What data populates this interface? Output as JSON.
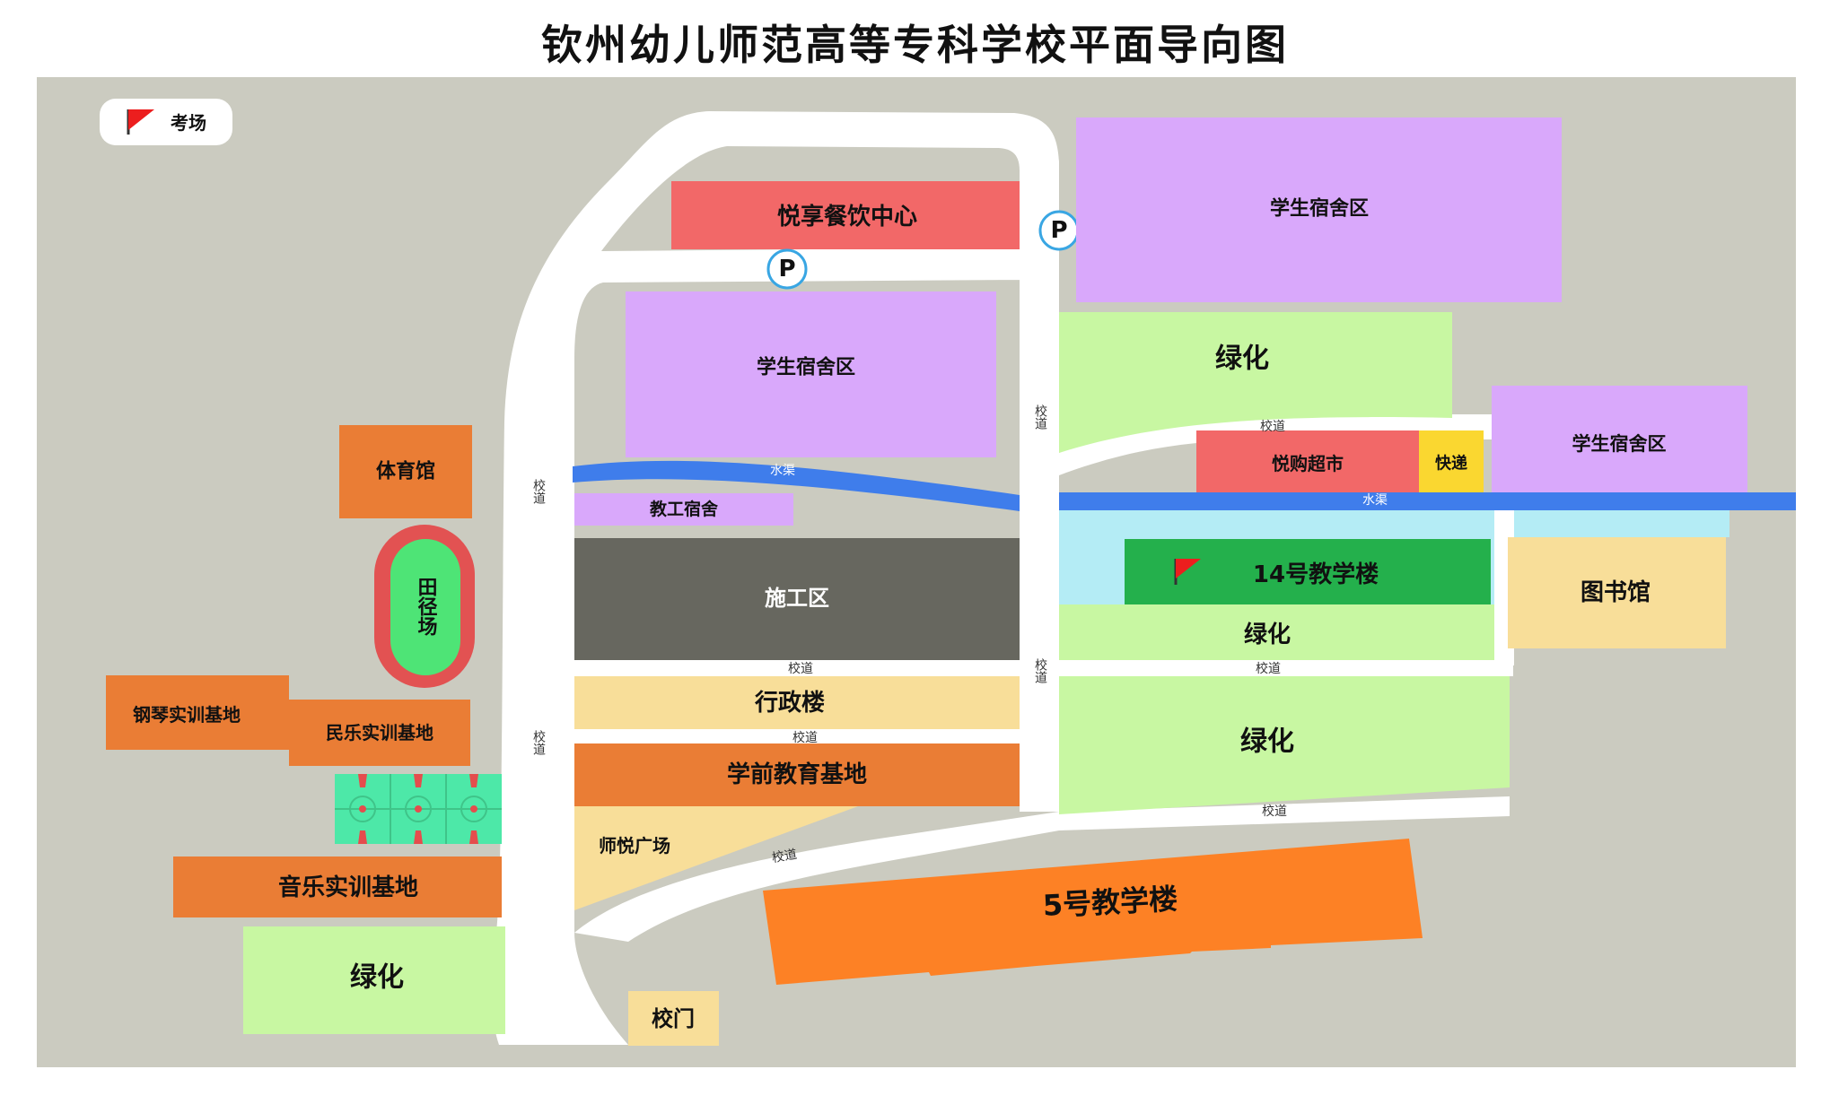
{
  "title": "钦州幼儿师范高等专科学校平面导向图",
  "legend": {
    "label": "考场",
    "icon": "red-flag-icon"
  },
  "colors": {
    "background": "#cbcbc0",
    "road": "#ffffff",
    "dorm": "#d9a8fb",
    "green": "#c8f7a2",
    "canteen": "#f26868",
    "orange": "#ea7d35",
    "beige": "#f8de99",
    "construction": "#67675f",
    "water": "#3f7deb",
    "exam": "#24b04c",
    "lightblue": "#b4ecf5",
    "express": "#fad730",
    "track": "#e25252",
    "field": "#4ee476",
    "courts": "#4de8a8"
  },
  "buildings": {
    "canteen": "悦享餐饮中心",
    "dorm_top_right": "学生宿舍区",
    "dorm_left": "学生宿舍区",
    "dorm_right": "学生宿舍区",
    "staff_dorm": "教工宿舍",
    "construction": "施工区",
    "admin": "行政楼",
    "preschool_base": "学前教育基地",
    "plaza": "师悦广场",
    "gym": "体育馆",
    "track_field": "田径场",
    "piano_base": "钢琴实训基地",
    "folk_music_base": "民乐实训基地",
    "music_base": "音乐实训基地",
    "gate": "校门",
    "teaching_5": "5号教学楼",
    "teaching_14": "14号教学楼",
    "supermarket": "悦购超市",
    "express": "快递",
    "library": "图书馆",
    "green_top": "绿化",
    "green_mid": "绿化",
    "green_big": "绿化",
    "green_bottom_left": "绿化"
  },
  "water_labels": [
    "水渠",
    "水渠"
  ],
  "road_label": "校道",
  "parking_label": "P"
}
